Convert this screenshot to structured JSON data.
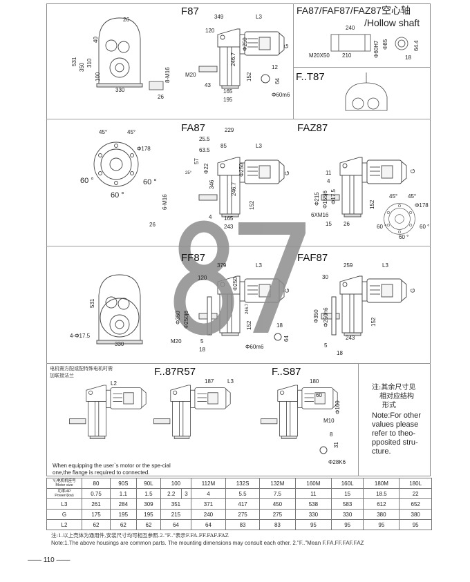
{
  "watermark": "87",
  "f87": {
    "title": "F87",
    "dims": [
      "26",
      "531",
      "350",
      "310",
      "40",
      "100",
      "330",
      "8-M16",
      "26",
      "349",
      "L3",
      "120",
      "G",
      "M20",
      "246.7",
      "Φ250",
      "152",
      "43",
      "165",
      "195",
      "12",
      "64",
      "Φ60m6"
    ]
  },
  "hollow": {
    "title": "FA87/FAF87/FAZ87空心轴",
    "subtitle": "/Hollow shaft",
    "dims": [
      "240",
      "M20X50",
      "210",
      "Φ60H7",
      "Φ85",
      "64.4",
      "18"
    ]
  },
  "ft87": {
    "title": "F..T87"
  },
  "fa87": {
    "title": "FA87",
    "dims": [
      "45°",
      "45°",
      "Φ178",
      "60 °",
      "60 °",
      "60 °",
      "6-M16",
      "26",
      "229",
      "25.5",
      "85",
      "63.5",
      "57",
      "Φ22",
      "25°",
      "346",
      "Φ250",
      "246.7",
      "152",
      "L3",
      "G",
      "4",
      "165",
      "243"
    ]
  },
  "faz87": {
    "title": "FAZ87",
    "dims": [
      "11",
      "4",
      "Φ215",
      "Φ155j6",
      "Φ17.5",
      "6XM16",
      "15",
      "26",
      "152",
      "G",
      "45°",
      "45°",
      "Φ178",
      "60 °",
      "60 °",
      "60 °"
    ]
  },
  "ff87": {
    "title": "FF87",
    "dims": [
      "531",
      "4-Φ17.5",
      "330",
      "379",
      "L3",
      "120",
      "Φ250",
      "G",
      "Φ350",
      "Φ250j6",
      "246.7",
      "152",
      "M20",
      "5",
      "18",
      "18",
      "64",
      "Φ60m6"
    ]
  },
  "faf87": {
    "title": "FAF87",
    "dims": [
      "259",
      "L3",
      "30",
      "G",
      "Φ350",
      "Φ250h6",
      "152",
      "243",
      "5",
      "18"
    ]
  },
  "flange_note": {
    "cn": [
      "电机需方配或配特殊电机时需",
      "加联接法兰"
    ],
    "en": [
      "When equipping the user`s motor or the spe-cial",
      "one,the flange is required to connected."
    ],
    "dim": "L2"
  },
  "f87r57": {
    "title": "F..87R57",
    "dims": [
      "187",
      "L3"
    ]
  },
  "fs87": {
    "title": "F..S87",
    "dims": [
      "180",
      "60",
      "Φ160",
      "M10",
      "8",
      "31",
      "Φ28K6"
    ]
  },
  "side_note": {
    "cn": [
      "注:其余尺寸见",
      "相对应结构",
      "形式"
    ],
    "en": [
      "Note:For other",
      "values please",
      "refer to theo-",
      "pposited stru-",
      "cture."
    ]
  },
  "table": {
    "header_motor": [
      "Y₂电机机座号",
      "Motor size"
    ],
    "header_power": [
      "功率/4P",
      "Power/(kw)"
    ],
    "motor_sizes": [
      "80",
      "90S",
      "90L",
      "100",
      "112M",
      "132S",
      "132M",
      "160M",
      "160L",
      "180M",
      "180L"
    ],
    "power": [
      "0.75",
      "1.1",
      "1.5",
      "2.2",
      "3",
      "4",
      "5.5",
      "7.5",
      "11",
      "15",
      "18.5",
      "22"
    ],
    "rows": [
      {
        "label": "L3",
        "values": [
          "261",
          "284",
          "309",
          "351",
          "371",
          "417",
          "450",
          "538",
          "583",
          "612",
          "652"
        ]
      },
      {
        "label": "G",
        "values": [
          "175",
          "195",
          "195",
          "215",
          "240",
          "275",
          "275",
          "330",
          "330",
          "380",
          "380"
        ]
      },
      {
        "label": "L2",
        "values": [
          "62",
          "62",
          "62",
          "64",
          "64",
          "83",
          "83",
          "95",
          "95",
          "95",
          "95"
        ]
      }
    ]
  },
  "footnotes": [
    "注:1.以上壳体为通用件,安装尺寸均可相互参照.2.\"F..\"表示F.FA.FF.FAF.FAZ",
    "Note:1.The above housings are common parts. The mounting dimensions may consult each other.  2.\"F..\"Mean F.FA.FF.FAF.FAZ"
  ],
  "page_number": "110"
}
